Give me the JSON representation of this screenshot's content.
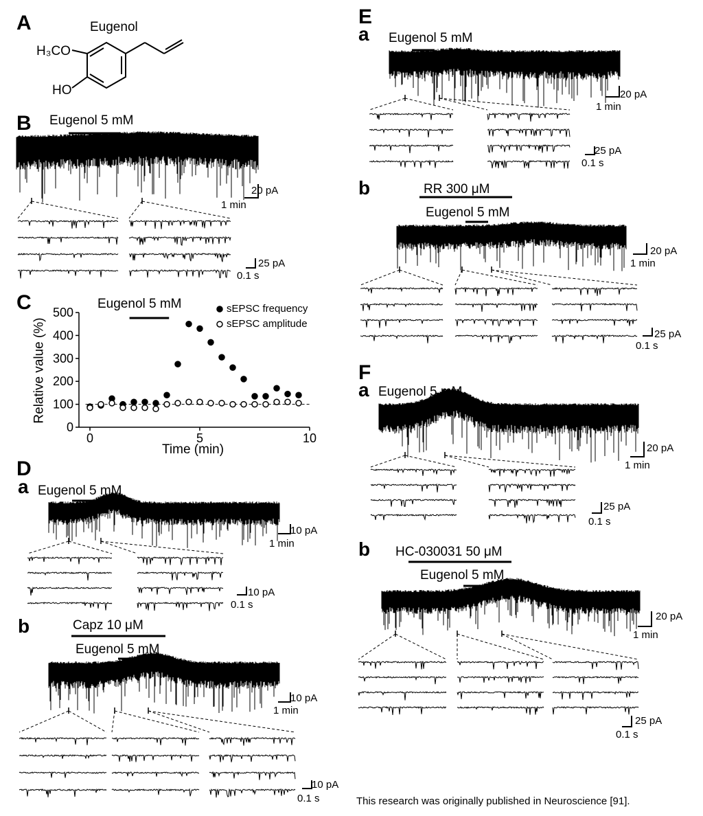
{
  "panels": {
    "A": {
      "label": "A",
      "compound": "Eugenol",
      "group_methoxy": "H₃CO",
      "group_hydroxy": "HO"
    },
    "B": {
      "label": "B",
      "drug": "Eugenol 5 mM",
      "scale_slow_amp": "20 pA",
      "scale_slow_time": "1 min",
      "scale_fast_amp": "25 pA",
      "scale_fast_time": "0.1 s"
    },
    "C": {
      "label": "C",
      "drug": "Eugenol 5 mM"
    },
    "D": {
      "label": "D",
      "a": {
        "label": "a",
        "drug": "Eugenol 5 mM",
        "scale_slow_amp": "10 pA",
        "scale_slow_time": "1 min",
        "scale_fast_amp": "10 pA",
        "scale_fast_time": "0.1 s"
      },
      "b": {
        "label": "b",
        "antagonist": "Capz 10 μM",
        "drug": "Eugenol 5 mM",
        "scale_slow_amp": "10 pA",
        "scale_slow_time": "1 min",
        "scale_fast_amp": "10 pA",
        "scale_fast_time": "0.1 s"
      }
    },
    "E": {
      "label": "E",
      "a": {
        "label": "a",
        "drug": "Eugenol 5 mM",
        "scale_slow_amp": "20 pA",
        "scale_slow_time": "1 min",
        "scale_fast_amp": "25 pA",
        "scale_fast_time": "0.1 s"
      },
      "b": {
        "label": "b",
        "antagonist": "RR 300 μM",
        "drug": "Eugenol 5 mM",
        "scale_slow_amp": "20 pA",
        "scale_slow_time": "1 min",
        "scale_fast_amp": "25 pA",
        "scale_fast_time": "0.1 s"
      }
    },
    "F": {
      "label": "F",
      "a": {
        "label": "a",
        "drug": "Eugenol 5 mM",
        "scale_slow_amp": "20 pA",
        "scale_slow_time": "1 min",
        "scale_fast_amp": "25 pA",
        "scale_fast_time": "0.1 s"
      },
      "b": {
        "label": "b",
        "antagonist": "HC-030031 50 μM",
        "drug": "Eugenol 5 mM",
        "scale_slow_amp": "20 pA",
        "scale_slow_time": "1 min",
        "scale_fast_amp": "25 pA",
        "scale_fast_time": "0.1 s"
      }
    }
  },
  "credit": "This research was originally published in Neuroscience [91].",
  "chart_data": {
    "type": "scatter",
    "xlabel": "Time (min)",
    "ylabel": "Relative value (%)",
    "xlim": [
      -0.5,
      10
    ],
    "ylim": [
      0,
      500
    ],
    "xticks": [
      0,
      5,
      10
    ],
    "yticks": [
      0,
      100,
      200,
      300,
      400,
      500
    ],
    "bar_label": "Eugenol 5 mM",
    "bar_range": [
      1.8,
      3.6
    ],
    "reference_line": 100,
    "legend_position": "top-right",
    "series": [
      {
        "name": "sEPSC frequency",
        "marker": "filled-circle",
        "x": [
          0,
          0.5,
          1,
          1.5,
          2,
          2.5,
          3,
          3.5,
          4,
          4.5,
          5,
          5.5,
          6,
          6.5,
          7,
          7.5,
          8,
          8.5,
          9,
          9.5
        ],
        "values": [
          90,
          95,
          125,
          100,
          110,
          110,
          105,
          140,
          275,
          450,
          430,
          370,
          305,
          260,
          210,
          135,
          135,
          170,
          145,
          140
        ]
      },
      {
        "name": "sEPSC amplitude",
        "marker": "open-circle",
        "x": [
          0,
          0.5,
          1,
          1.5,
          2,
          2.5,
          3,
          3.5,
          4,
          4.5,
          5,
          5.5,
          6,
          6.5,
          7,
          7.5,
          8,
          8.5,
          9,
          9.5
        ],
        "values": [
          85,
          100,
          105,
          85,
          85,
          85,
          80,
          100,
          105,
          110,
          110,
          105,
          105,
          100,
          100,
          100,
          100,
          110,
          110,
          105
        ]
      }
    ]
  }
}
